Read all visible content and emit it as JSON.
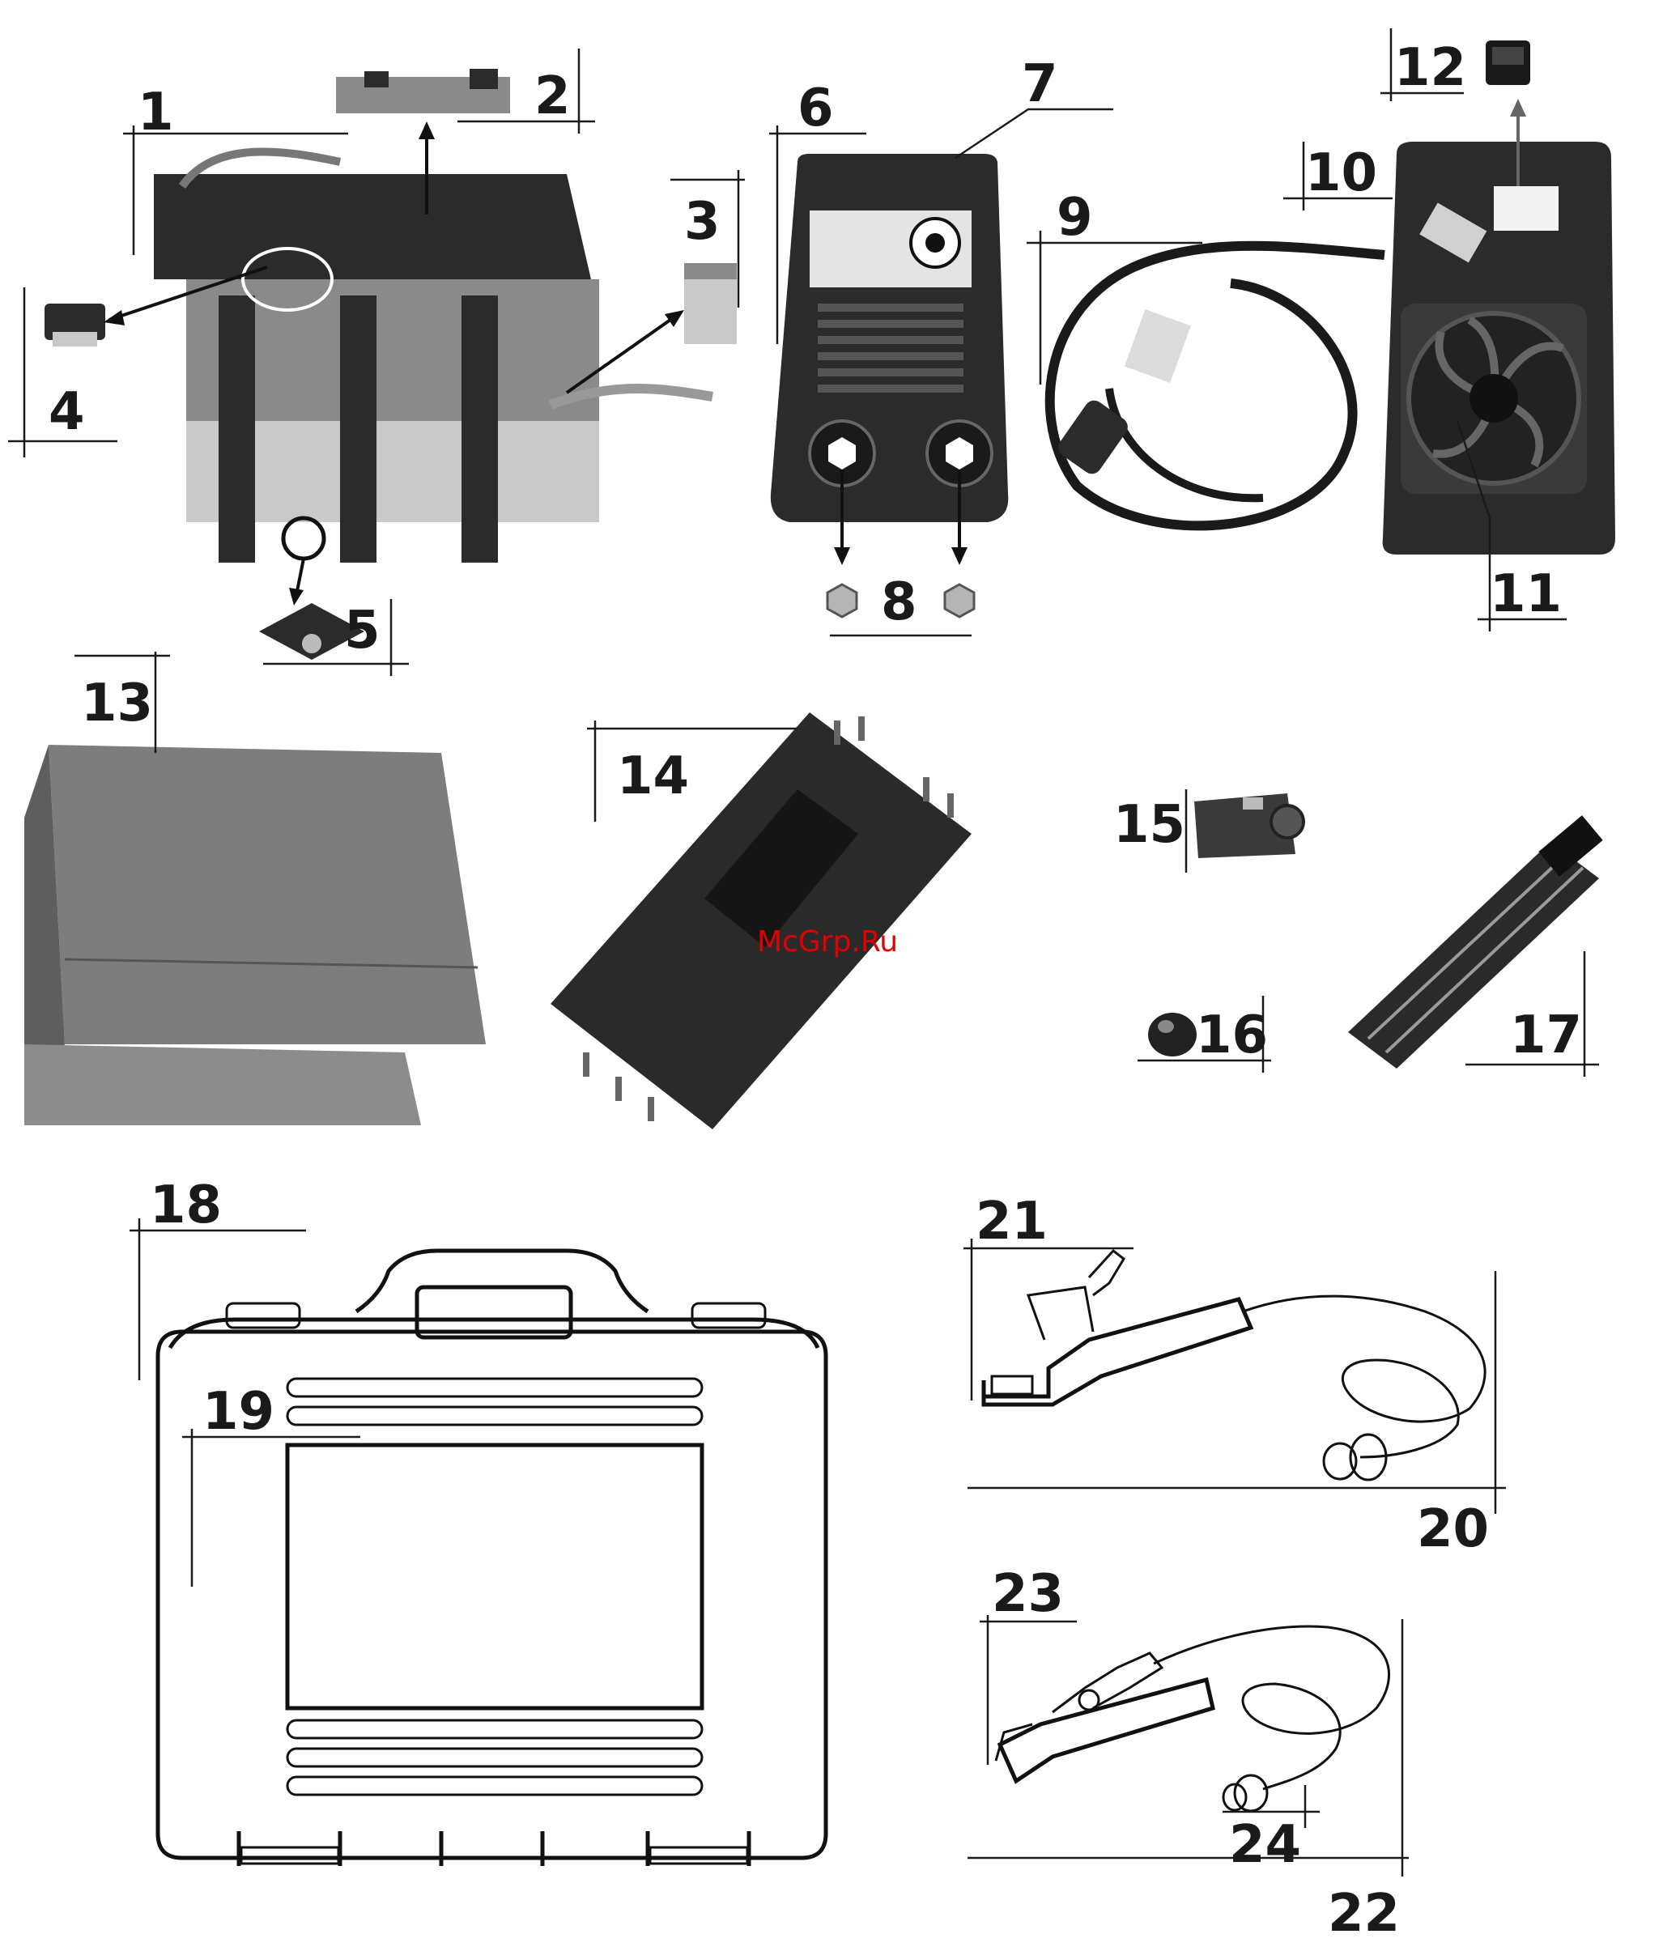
{
  "labels": [
    "1",
    "2",
    "3",
    "4",
    "5",
    "6",
    "7",
    "8",
    "9",
    "10",
    "11",
    "12",
    "13",
    "14",
    "15",
    "16",
    "17",
    "18",
    "19",
    "20",
    "21",
    "22",
    "23",
    "24"
  ],
  "watermark": "McGrp.Ru"
}
